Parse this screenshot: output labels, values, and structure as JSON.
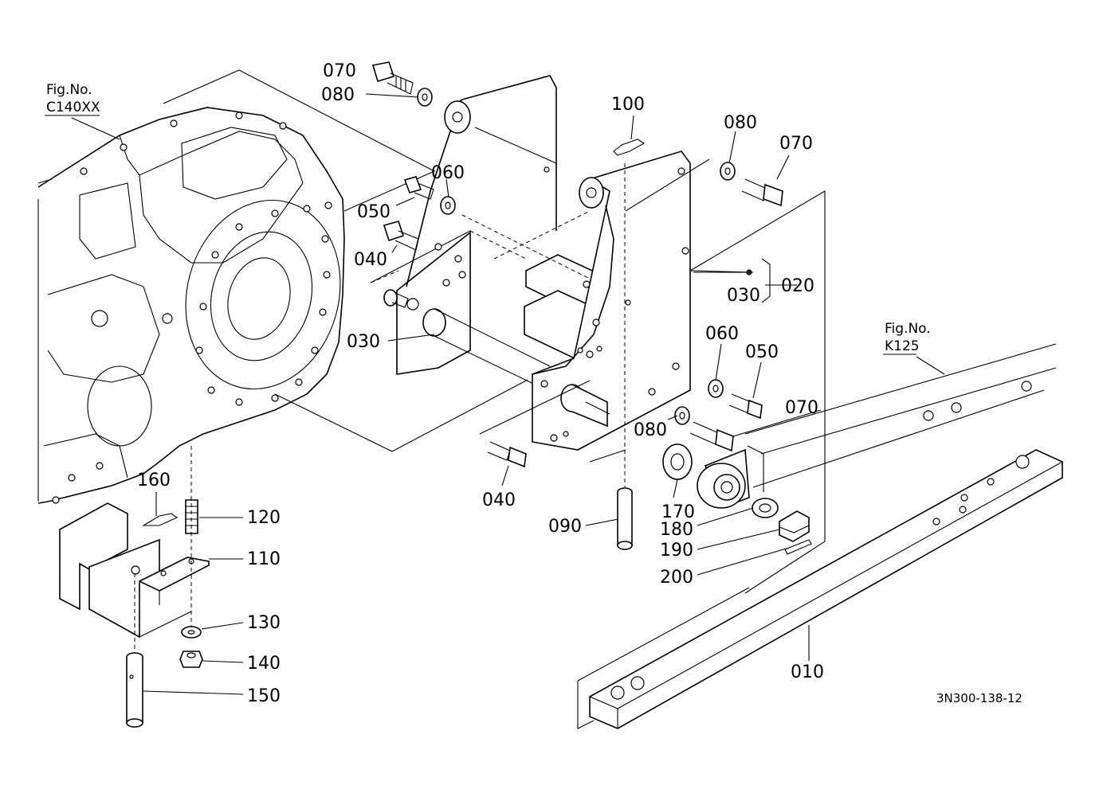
{
  "figure_refs": [
    {
      "line1": "Fig.No.",
      "line2": "C140XX"
    },
    {
      "line1": "Fig.No.",
      "line2": "K125"
    }
  ],
  "labels": [
    "070",
    "080",
    "100",
    "080",
    "070",
    "060",
    "050",
    "040",
    "030",
    "020",
    "030",
    "030",
    "060",
    "050",
    "070",
    "080",
    "040",
    "090",
    "170",
    "180",
    "190",
    "200",
    "160",
    "120",
    "110",
    "130",
    "140",
    "150",
    "010"
  ],
  "drawing_code": "3N300-138-12"
}
